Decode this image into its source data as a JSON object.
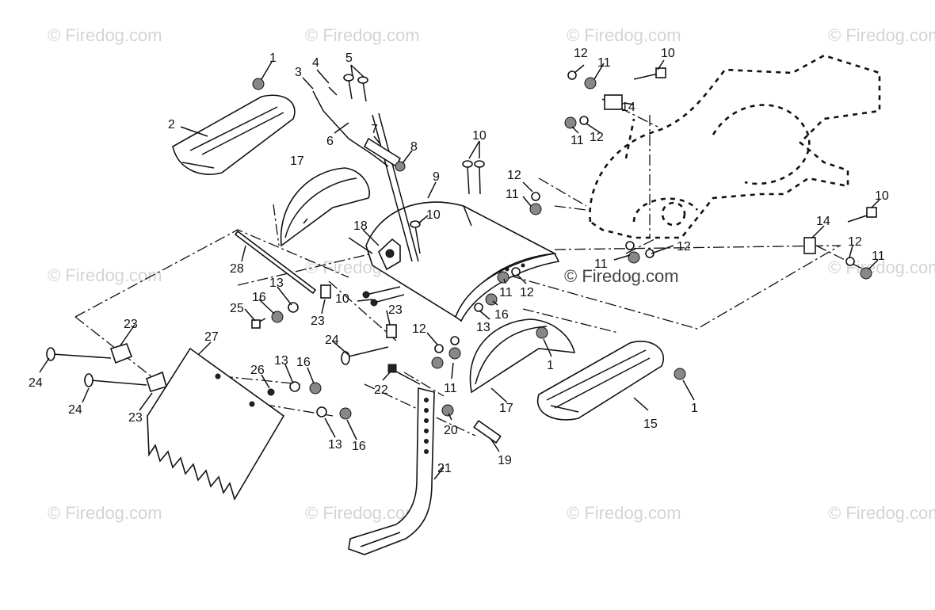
{
  "watermark": "© Firedog.com",
  "callouts": [
    {
      "id": "c1a",
      "text": "1"
    },
    {
      "id": "c1b",
      "text": "1"
    },
    {
      "id": "c1c",
      "text": "1"
    },
    {
      "id": "c2",
      "text": "2"
    },
    {
      "id": "c3",
      "text": "3"
    },
    {
      "id": "c4",
      "text": "4"
    },
    {
      "id": "c5",
      "text": "5"
    },
    {
      "id": "c6",
      "text": "6"
    },
    {
      "id": "c7",
      "text": "7"
    },
    {
      "id": "c8",
      "text": "8"
    },
    {
      "id": "c9",
      "text": "9"
    },
    {
      "id": "c10a",
      "text": "10"
    },
    {
      "id": "c10b",
      "text": "10"
    },
    {
      "id": "c10c",
      "text": "10"
    },
    {
      "id": "c10d",
      "text": "10"
    },
    {
      "id": "c10e",
      "text": "10"
    },
    {
      "id": "c11a",
      "text": "11"
    },
    {
      "id": "c11b",
      "text": "11"
    },
    {
      "id": "c11c",
      "text": "11"
    },
    {
      "id": "c11d",
      "text": "11"
    },
    {
      "id": "c11e",
      "text": "11"
    },
    {
      "id": "c11f",
      "text": "11"
    },
    {
      "id": "c11g",
      "text": "11"
    },
    {
      "id": "c12a",
      "text": "12"
    },
    {
      "id": "c12b",
      "text": "12"
    },
    {
      "id": "c12c",
      "text": "12"
    },
    {
      "id": "c12d",
      "text": "12"
    },
    {
      "id": "c12e",
      "text": "12"
    },
    {
      "id": "c12f",
      "text": "12"
    },
    {
      "id": "c12g",
      "text": "12"
    },
    {
      "id": "c13a",
      "text": "13"
    },
    {
      "id": "c13b",
      "text": "13"
    },
    {
      "id": "c13c",
      "text": "13"
    },
    {
      "id": "c13d",
      "text": "13"
    },
    {
      "id": "c14a",
      "text": "14"
    },
    {
      "id": "c14b",
      "text": "14"
    },
    {
      "id": "c15",
      "text": "15"
    },
    {
      "id": "c16a",
      "text": "16"
    },
    {
      "id": "c16b",
      "text": "16"
    },
    {
      "id": "c16c",
      "text": "16"
    },
    {
      "id": "c16d",
      "text": "16"
    },
    {
      "id": "c17a",
      "text": "17"
    },
    {
      "id": "c17b",
      "text": "17"
    },
    {
      "id": "c18",
      "text": "18"
    },
    {
      "id": "c19",
      "text": "19"
    },
    {
      "id": "c20",
      "text": "20"
    },
    {
      "id": "c21",
      "text": "21"
    },
    {
      "id": "c22",
      "text": "22"
    },
    {
      "id": "c23a",
      "text": "23"
    },
    {
      "id": "c23b",
      "text": "23"
    },
    {
      "id": "c23c",
      "text": "23"
    },
    {
      "id": "c23d",
      "text": "23"
    },
    {
      "id": "c24a",
      "text": "24"
    },
    {
      "id": "c24b",
      "text": "24"
    },
    {
      "id": "c24c",
      "text": "24"
    },
    {
      "id": "c25",
      "text": "25"
    },
    {
      "id": "c26",
      "text": "26"
    },
    {
      "id": "c27",
      "text": "27"
    },
    {
      "id": "c28",
      "text": "28"
    }
  ]
}
